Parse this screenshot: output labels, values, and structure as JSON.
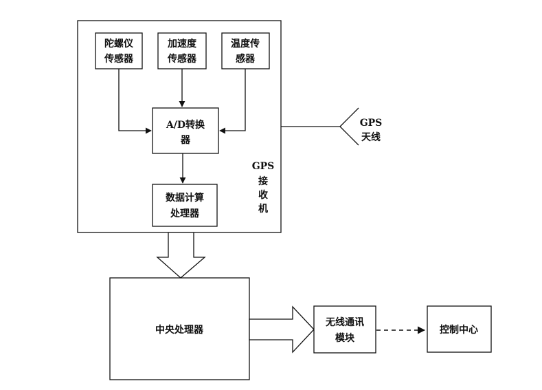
{
  "nodes": {
    "gyro_sensor": [
      "陀螺仪",
      "传感器"
    ],
    "accel_sensor": [
      "加速度",
      "传感器"
    ],
    "temp_sensor": [
      "温度传",
      "感器"
    ],
    "ad_converter": [
      "A/D转换",
      "器"
    ],
    "data_processor": [
      "数据计算",
      "处理器"
    ],
    "gps_receiver": [
      "GPS",
      "接",
      "收",
      "机"
    ],
    "gps_antenna": [
      "GPS",
      "天线"
    ],
    "central_processor": [
      "中央处理器"
    ],
    "wireless_module": [
      "无线通讯",
      "模块"
    ],
    "control_center": [
      "控制中心"
    ]
  }
}
